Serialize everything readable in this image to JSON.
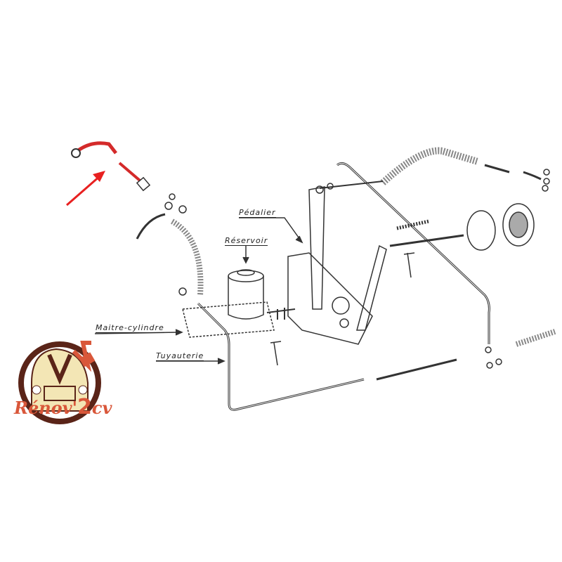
{
  "labels": {
    "pedalier": "Pédalier",
    "reservoir": "Réservoir",
    "maitre_cylindre": "Maitre-cylindre",
    "tuyauterie": "Tuyauterie"
  },
  "logo": {
    "brand_prefix": "Rénov'",
    "brand_number": "2",
    "brand_suffix": "cv"
  },
  "colors": {
    "highlight": "#d42a2a",
    "logo_accent": "#d9573a",
    "logo_dark": "#5a2418",
    "logo_cream": "#f3e6b5",
    "ink": "#333333"
  }
}
